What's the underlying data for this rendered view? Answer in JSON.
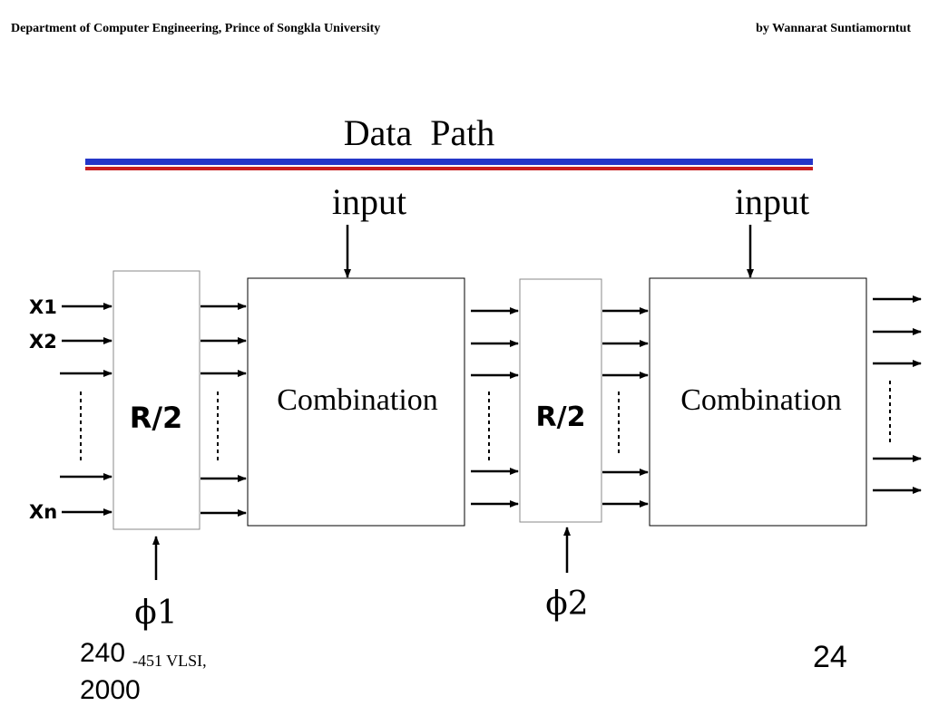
{
  "header": {
    "left": "Department of Computer Engineering, Prince of Songkla University",
    "right": "by Wannarat Suntiamorntut"
  },
  "slide": {
    "title": "Data  Path",
    "title_rule_colors": {
      "top": "#2436c8",
      "bottom": "#c81e1e"
    }
  },
  "diagram": {
    "input_label_1": "input",
    "input_label_2": "input",
    "inputs_x1": "X1",
    "inputs_x2": "X2",
    "inputs_xn": "Xn",
    "register_1_label": "R/2",
    "register_2_label": "R/2",
    "combination_1_label": "Combination",
    "combination_2_label": "Combination",
    "clock_1_label": "ϕ1",
    "clock_2_label": "ϕ2"
  },
  "footer": {
    "course_number_a": "240",
    "course_number_b": "-451  VLSI,",
    "course_year": "2000",
    "page_number": "24"
  }
}
